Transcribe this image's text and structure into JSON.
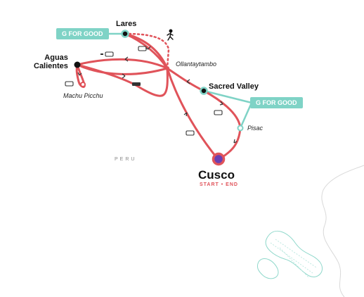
{
  "map": {
    "country": "PERU",
    "places": {
      "lares": "Lares",
      "aguas": "Aguas\nCalientes",
      "machu": "Machu Picchu",
      "ollantaytambo": "Ollantaytambo",
      "sacred_valley": "Sacred Valley",
      "pisac": "Pisac",
      "cusco": "Cusco"
    },
    "start_end": "START • END",
    "badges": [
      "G FOR GOOD",
      "G FOR GOOD"
    ],
    "legend_icons": [
      "bus-icon",
      "train-icon",
      "hiker-icon"
    ],
    "colors": {
      "route": "#e0535a",
      "badge": "#7fd3c6",
      "cusco_fill": "#6a3fb2"
    }
  }
}
